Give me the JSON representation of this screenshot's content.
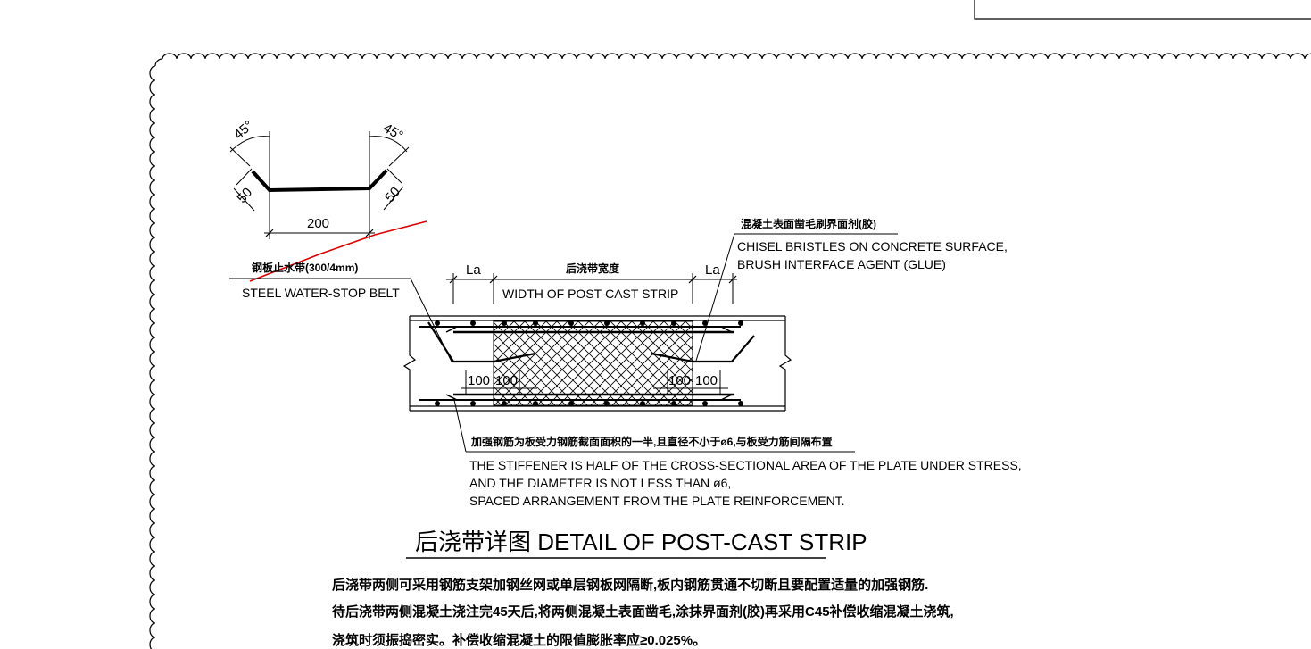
{
  "stop_belt": {
    "angle_left": "45°",
    "angle_right": "45°",
    "flange_left": "50",
    "flange_right": "50",
    "width": "200",
    "label_cn": "钢板止水带(300/4mm)",
    "label_en": "STEEL WATER-STOP BELT"
  },
  "section": {
    "la_left": "La",
    "la_right": "La",
    "width_cn": "后浇带宽度",
    "width_en": "WIDTH OF POST-CAST STRIP",
    "dim_left_1": "100",
    "dim_left_2": "100",
    "dim_right_1": "100",
    "dim_right_2": "100"
  },
  "chisel_note": {
    "cn": "混凝土表面凿毛刷界面剂(胶)",
    "en_1": "CHISEL BRISTLES ON CONCRETE SURFACE,",
    "en_2": "BRUSH INTERFACE AGENT (GLUE)"
  },
  "stiffener_note": {
    "cn": "加强钢筋为板受力钢筋截面面积的一半,且直径不小于ø6,与板受力筋间隔布置",
    "en_1": "THE STIFFENER IS HALF OF THE CROSS-SECTIONAL AREA OF THE PLATE UNDER STRESS,",
    "en_2": "AND THE DIAMETER IS NOT LESS THAN ø6,",
    "en_3": "SPACED ARRANGEMENT FROM THE PLATE REINFORCEMENT."
  },
  "title": "后浇带详图 DETAIL OF POST-CAST STRIP",
  "notes": [
    "后浇带两侧可采用钢筋支架加钢丝网或单层钢板网隔断,板内钢筋贯通不切断且要配置适量的加强钢筋.",
    "待后浇带两侧混凝土浇注完45天后,将两侧混凝土表面凿毛,涂抹界面剂(胶)再采用C45补偿收缩混凝土浇筑,",
    "浇筑时须振捣密实。补偿收缩混凝土的限值膨胀率应≥0.025%。"
  ]
}
